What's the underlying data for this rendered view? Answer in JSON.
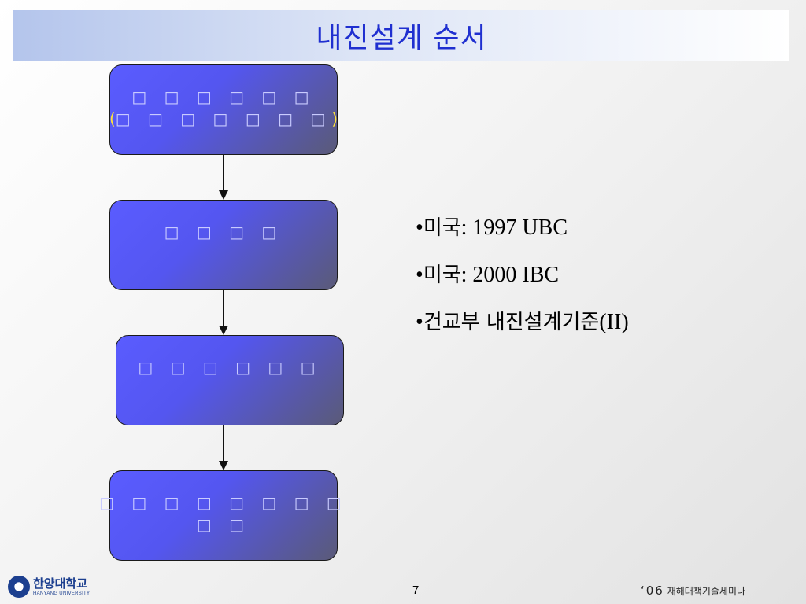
{
  "slide": {
    "title": "내진설계 순서",
    "flow_boxes": [
      {
        "lines": [
          "□ □ □ □  □ □"
        ],
        "paren_open": "(",
        "paren_text": "□ □ □ □ □ □ □",
        "paren_close": ")"
      },
      {
        "lines": [
          "□ □ □ □"
        ]
      },
      {
        "lines": [
          "□ □ □ □  □ □"
        ]
      },
      {
        "lines": [
          "□ □ □ □ □ □ □ □",
          "□ □"
        ]
      }
    ],
    "bullets": [
      {
        "dot": "•",
        "ko": "미국",
        "rest": ": 1997 UBC"
      },
      {
        "dot": "•",
        "ko": "미국",
        "rest": ": 2000 IBC"
      },
      {
        "dot": "•",
        "ko": "건교부 내진설계기준",
        "rest": "(II)"
      }
    ]
  },
  "footer": {
    "logo_ko": "한양대학교",
    "logo_en": "HANYANG UNIVERSITY",
    "page_number": "7",
    "year": "‘06",
    "seminar": "재해대책기술세미나"
  },
  "colors": {
    "title": "#1f2fd0",
    "box_fill": "#5a5cff",
    "box_text": "#c9cbff",
    "paren": "#ffe23a"
  },
  "icons": [
    "university-emblem-icon"
  ]
}
